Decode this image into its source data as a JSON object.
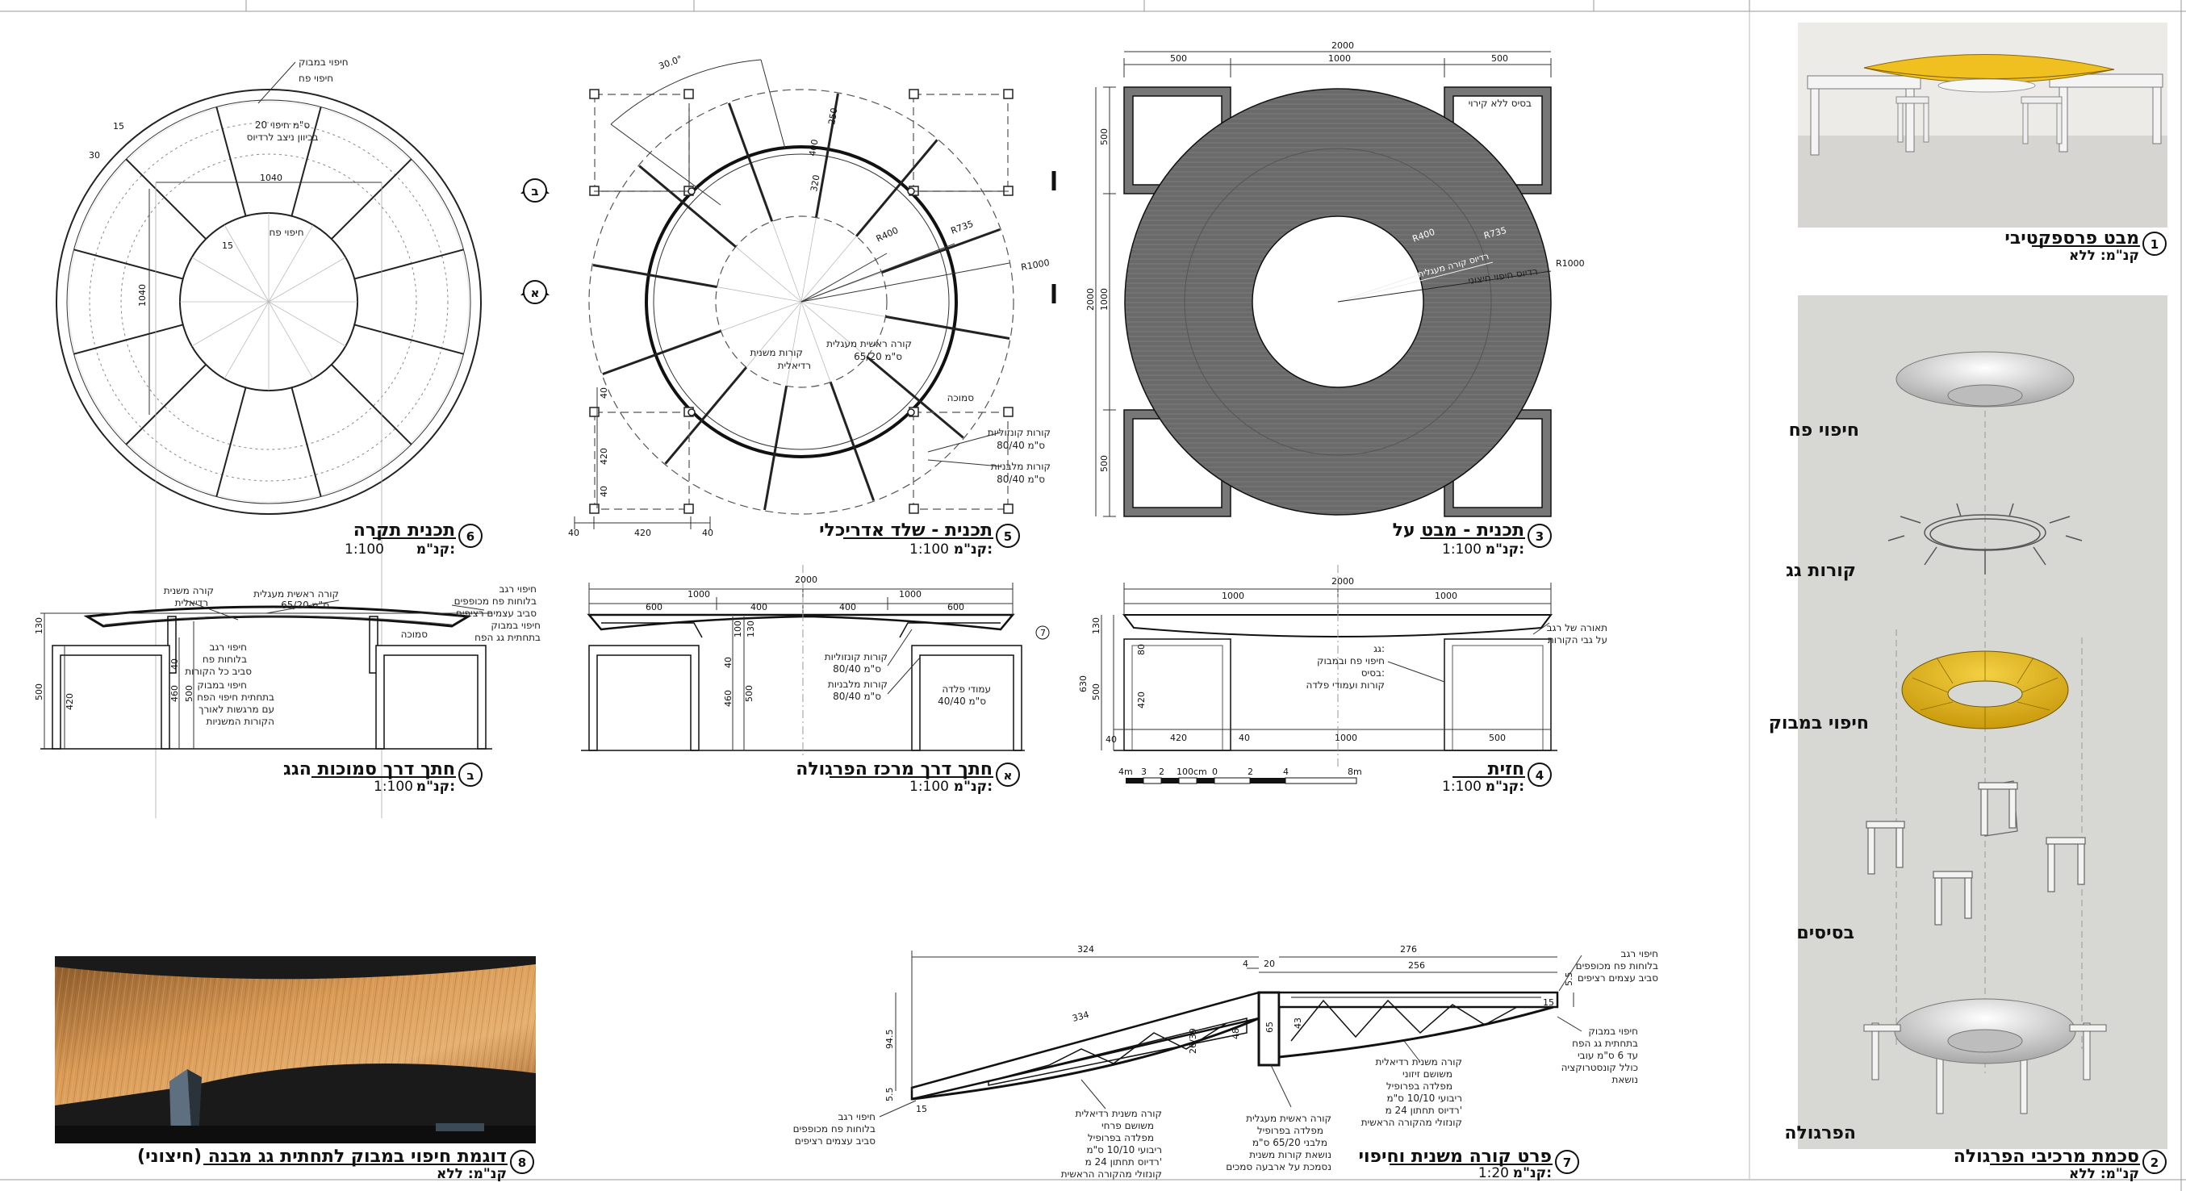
{
  "colors": {
    "panel_bg": "#d7d7d4",
    "fabric_yellow": "#e3b417",
    "plan_fill": "#6e6e6e",
    "wood": "#c98a45"
  },
  "d1": {
    "num": "1",
    "title": "מבט פרספקטיבי",
    "scale": "קנ\"מ: ללא"
  },
  "d2": {
    "num": "2",
    "title": "סכמת מרכיבי הפרגולה",
    "scale": "קנ\"מ: ללא",
    "layers": [
      "חיפוי פח",
      "קורות גג",
      "חיפוי במבוק",
      "בסיסים",
      "הפרגולה"
    ]
  },
  "d3": {
    "num": "3",
    "title": "תכנית - מבט על",
    "scale": "1:100",
    "scale_prefix": "קנ\"מ:",
    "dims": [
      "2000",
      "500",
      "1000",
      "500"
    ],
    "side_dims": [
      "500",
      "1000",
      "500",
      "2000"
    ],
    "radii": [
      "R400",
      "R735",
      "R1000"
    ],
    "notes": [
      "בסיס ללא קירוי",
      "רדיוס חיפוי פנימי",
      "רדיוס קורה מעגלית",
      "רדיוס חיפוי חיצוני"
    ]
  },
  "d4": {
    "num": "4",
    "title": "חזית",
    "scale": "1:100",
    "scale_prefix": "קנ\"מ:",
    "dims": [
      "2000",
      "1000",
      "1000",
      "40",
      "420",
      "40",
      "1000",
      "500",
      "630",
      "500",
      "130",
      "80",
      "420"
    ],
    "notes": [
      "תאורה של רגב",
      "על גבי הקורות",
      "גג:",
      "חיפוי פח ובמבוק",
      "בסיס:",
      "קורות ועמודי פלדה"
    ],
    "scalebar": [
      "4m",
      "3",
      "2",
      "100cm",
      "0",
      "2",
      "4",
      "8m"
    ]
  },
  "d5": {
    "num": "5",
    "title": "תכנית - שלד אדריכלי",
    "scale": "1:100",
    "scale_prefix": "קנ\"מ:",
    "angle": "30.0°",
    "dims": [
      "40",
      "420",
      "40",
      "40",
      "420",
      "40",
      "250",
      "400",
      "320"
    ],
    "radii": [
      "R400",
      "R735",
      "R1000"
    ],
    "notes": [
      "קורה ראשית מעגלית",
      "65/20 ס\"מ",
      "קורות משנית",
      "רדיאלית",
      "סמוכה",
      "קורות קונזוליות",
      "80/40 ס\"מ",
      "קורות מלבניות",
      "80/40 ס\"מ"
    ],
    "sections": [
      "א",
      "ב"
    ]
  },
  "d6": {
    "num": "6",
    "title": "תכנית תקרה",
    "scale": "1:100",
    "scale_prefix": "קנ\"מ:",
    "dims": [
      "1040",
      "1040",
      "30",
      "15",
      "15"
    ],
    "notes": [
      "חיפוי במבוק",
      "חיפוי פח",
      "20 ס\"מ חיפוי",
      "בכיוון ניצב לרדיוס",
      "חיפוי פח"
    ]
  },
  "dA": {
    "num": "א",
    "title": "חתך דרך מרכז הפרגולה",
    "scale": "1:100",
    "scale_prefix": "קנ\"מ:",
    "dims": [
      "2000",
      "1000",
      "1000",
      "600",
      "400",
      "400",
      "600",
      "130",
      "100",
      "40",
      "460",
      "500"
    ],
    "notes": [
      "קורות קונזוליות",
      "80/40 ס\"מ",
      "קורות מלבניות",
      "80/40 ס\"מ",
      "עמודי פלדה",
      "40/40 ס\"מ"
    ],
    "ref": "7"
  },
  "dB": {
    "num": "ב",
    "title": "חתך דרך סמוכות הגג",
    "scale": "1:100",
    "scale_prefix": "קנ\"מ:",
    "dims": [
      "130",
      "500",
      "420",
      "40",
      "460",
      "500"
    ],
    "notes": [
      "קורה משנית",
      "רדיאלית",
      "קורה ראשית מעגלית",
      "65/20 ס\"מ",
      "חיפוי רגב",
      "בלוחות פח מכופפים",
      "סביב עצמים רציפים",
      "חיפוי במבוק",
      "בתחתית גג הפח",
      "חיפוי רגב",
      "בלוחות פח",
      "סביב כל הקורות",
      "חיפוי במבוק",
      "בתחתית חיפוי הפח",
      "עם מרגשות לאורך",
      "הקורות המשניות",
      "סמוכה"
    ]
  },
  "d7": {
    "num": "7",
    "title": "פרט קורה משנית וחיפוי",
    "scale": "1:20",
    "scale_prefix": "קנ\"מ:",
    "dims": [
      "324",
      "276",
      "4",
      "20",
      "256",
      "334",
      "94.5",
      "5.5",
      "15",
      "48",
      "65",
      "43",
      "15",
      "5.5",
      "26/39"
    ],
    "notes_top": [
      "חיפוי רגב",
      "בלוחות פח מכופפים",
      "סביב עצמים רציפים"
    ],
    "notes_right": [
      "חיפוי במבוק",
      "בתחתית גג הפח",
      "עד 6 ס\"מ עובי",
      "כולל קונסטרוקציה",
      "נושאת"
    ],
    "notes_mid": [
      "קורה משנית רדיאלית",
      "משושם זיזוני",
      "מפלדה בפרופיל",
      "ריבועי 10/10 ס\"מ",
      "רדיוס תחתון 24 מ'",
      "קונזולי מהקורה הראשית"
    ],
    "notes_left": [
      "חיפוי רגב",
      "בלוחות פח מכופפים",
      "סביב עצמים רציפים"
    ],
    "notes_bot1": [
      "קורה משנית רדיאלית",
      "משושם פרחי",
      "מפלדה בפרופיל",
      "ריבועי 10/10 ס\"מ",
      "רדיוס תחתון 24 מ'",
      "קונזולי מהקורה הראשית"
    ],
    "notes_bot2": [
      "קורה ראשית מעגלית",
      "מפלדה בפרופיל",
      "מלבני 65/20 ס\"מ",
      "נושאת קורות משנית",
      "נסמכת על ארבעה סמכים"
    ]
  },
  "d8": {
    "num": "8",
    "title": "דוגמת חיפוי במבוק לתחתית גג מבנה (חיצוני)",
    "scale": "קנ\"מ: ללא"
  }
}
